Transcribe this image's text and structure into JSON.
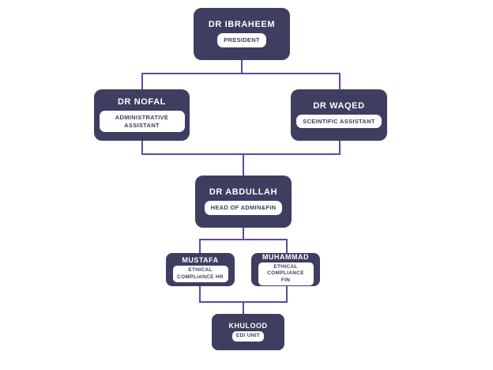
{
  "diagram_type": "org-chart",
  "nodes": [
    {
      "id": "president",
      "name": "DR IBRAHEEM",
      "role": "PRESIDENT"
    },
    {
      "id": "nofal",
      "name": "DR NOFAL",
      "role": "ADMINISTRATIVE ASSISTANT"
    },
    {
      "id": "waqed",
      "name": "DR WAQED",
      "role": "SCEINTIFIC ASSISTANT"
    },
    {
      "id": "abdullah",
      "name": "DR ABDULLAH",
      "role": "HEAD OF ADMIN&FIN"
    },
    {
      "id": "mustafa",
      "name": "MUSTAFA",
      "role": "ETHICAL COMPLIANCE HR"
    },
    {
      "id": "muhammad",
      "name": "MUHAMMAD",
      "role": "ETHICAL COMPLIANCE FIN"
    },
    {
      "id": "khulood",
      "name": "KHULOOD",
      "role": "EDI UNIT"
    }
  ],
  "edges": [
    {
      "from": "DR IBRAHEEM",
      "to": "DR NOFAL"
    },
    {
      "from": "DR IBRAHEEM",
      "to": "DR WAQED"
    },
    {
      "from": "DR NOFAL",
      "to": "DR ABDULLAH"
    },
    {
      "from": "DR WAQED",
      "to": "DR ABDULLAH"
    },
    {
      "from": "DR ABDULLAH",
      "to": "MUSTAFA"
    },
    {
      "from": "DR ABDULLAH",
      "to": "MUHAMMAD"
    },
    {
      "from": "MUSTAFA",
      "to": "KHULOOD"
    },
    {
      "from": "MUHAMMAD",
      "to": "KHULOOD"
    }
  ],
  "colors": {
    "node_bg": "#3e3e60",
    "connector": "#6148a0",
    "label_bg": "#ffffff",
    "label_text": "#3e3e60",
    "name_text": "#ffffff",
    "page_bg": "#ffffff"
  }
}
